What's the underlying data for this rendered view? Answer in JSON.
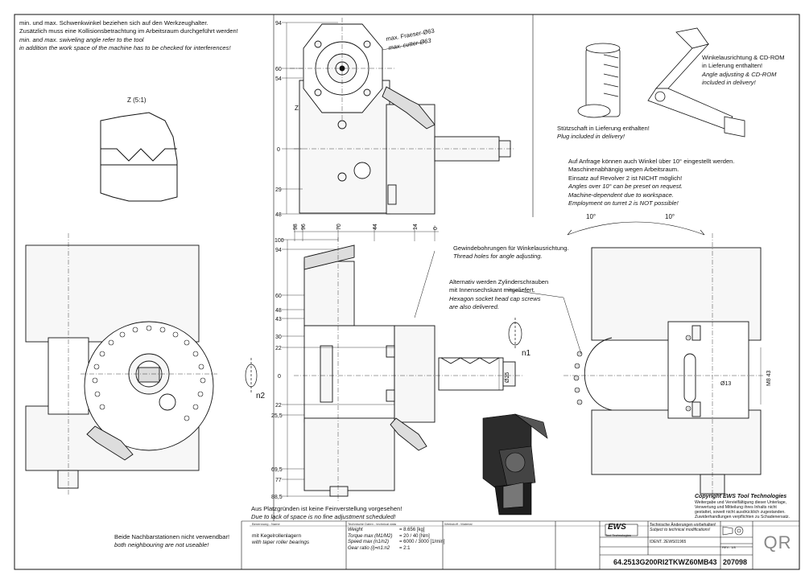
{
  "notes": {
    "swivel_de_1": "min. und max. Schwenkwinkel beziehen sich auf den Werkzeughalter.",
    "swivel_de_2": "Zusätzlich muss eine Kollisionsbetrachtung im Arbeitsraum durchgeführt werden!",
    "swivel_en_1": "min. and max. swiveling angle refer to the tool",
    "swivel_en_2": "in addition the work space of the machine has to be checked for interferences!",
    "detail_z": "Z  (5:1)",
    "cutter_de": "max. Fraeser-Ø63",
    "cutter_en": "max. cutter-Ø63",
    "plug_de": "Stützschaft in Lieferung enthalten!",
    "plug_en": "Plug included in delivery!",
    "angle_de_1": "Winkelausrichtung & CD-ROM",
    "angle_de_2": "in Lieferung enthalten!",
    "angle_en_1": "Angle adjusting & CD-ROM",
    "angle_en_2": "included in delivery!",
    "request_de_1": "Auf Anfrage können auch Winkel über 10° eingestellt werden.",
    "request_de_2": "Maschinenabhängig wegen Arbeitsraum.",
    "request_de_3": "Einsatz auf Revolver 2 ist NICHT möglich!",
    "request_en_1": "Angles over 10° can be preset on request.",
    "request_en_2": "Machine-dependent due to workspace.",
    "request_en_3": "Employment on turret 2 is NOT possible!",
    "thread_de": "Gewindebohrungen für Winkelausrichtung.",
    "thread_en": "Thread holes for angle adjusting.",
    "screw_de_1": "Alternativ werden Zylinderschrauben",
    "screw_de_2": "mit Innensechskant mitgeliefert.",
    "screw_en_1": "Hexagon socket head cap screws",
    "screw_en_2": "are also delivered.",
    "space_de": "Aus Platzgründen ist keine Feinverstellung vorgesehen!",
    "space_en": "Due to lack of space is no fine adjustment scheduled!",
    "neighbour_de": "Beide Nachbarstationen nicht verwendbar!",
    "neighbour_en": "both neighbouring are not useable!",
    "angle_left": "10°",
    "angle_right": "10°",
    "n1": "n1",
    "n2": "n2",
    "z": "Z"
  },
  "dims_top": [
    "94",
    "60",
    "54",
    "0",
    "29",
    "48"
  ],
  "dims_front_left": [
    "100",
    "94",
    "60",
    "48",
    "43",
    "30",
    "22",
    "0",
    "22",
    "25,5",
    "69,5",
    "77",
    "88,5"
  ],
  "dims_front_top": [
    "98",
    "96",
    "70",
    "44",
    "14",
    "0"
  ],
  "dims_right": [
    "Ø13",
    "M8 43"
  ],
  "dim_shank": "Ø25",
  "copyright": {
    "line1": "Copyright EWS Tool Technologies",
    "line2": "Weitergabe und Vervielfältigung dieser Unterlage,",
    "line3": "Verwertung und Mitteilung ihres Inhalts nicht",
    "line4": "gestattet, soweit nicht ausdrücklich zugestanden.",
    "line5": "Zuwiderhandlungen verpflichten zu Schadenersatz."
  },
  "titleblock": {
    "bearing_de": "mit Kegelrollenlagern",
    "bearing_en": "with taper roller bearings",
    "lbl_desc": "Benennung - Name",
    "lbl_tech": "Technische Daten - technical data",
    "lbl_material": "Werkstoff - Material",
    "weight_label": "Weight",
    "weight_value": "= 8.656 [kg]",
    "torque_label": "Torque max (M1/M2)",
    "torque_value": "= 20 / 40 [Nm]",
    "speed_label": "Speed max (n1/n2)",
    "speed_value": "= 6000 / 3000 [1/min]",
    "ratio_label": "Gear ratio (i)=n1:n2",
    "ratio_value": "= 2:1",
    "brand": "EWS",
    "brand_sub": "Tool Technologies",
    "change_de": "Technische Änderungen vorbehalten!",
    "change_en": "Subject to technical modifications!",
    "ident": "IDENT. 2EWS01965",
    "part_number": "64.2513G200RI2TKWZ60MB43",
    "drawing_number": "207098",
    "rev_label": "REV.: 1/8",
    "qr": "QR"
  }
}
